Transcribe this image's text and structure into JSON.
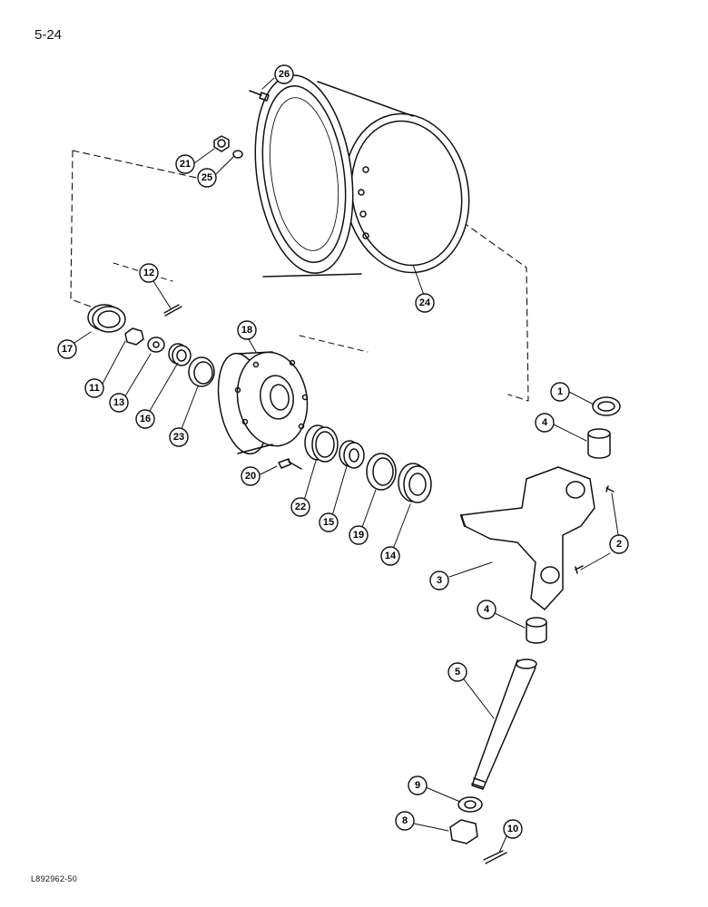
{
  "page_number": "5-24",
  "figure_code": "L892962-50",
  "callouts": [
    "1",
    "2",
    "3",
    "4",
    "5",
    "8",
    "9",
    "10",
    "11",
    "12",
    "13",
    "14",
    "15",
    "16",
    "17",
    "18",
    "19",
    "20",
    "21",
    "22",
    "23",
    "24",
    "25",
    "26"
  ]
}
